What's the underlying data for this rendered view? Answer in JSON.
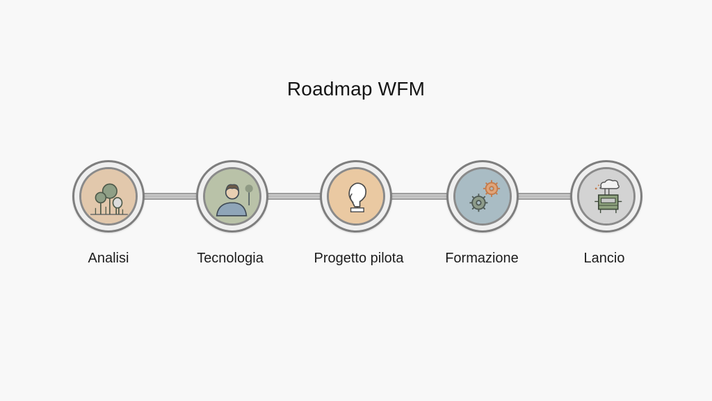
{
  "diagram": {
    "title": "Roadmap WFM",
    "steps": [
      {
        "label": "Analisi",
        "icon": "trees-icon",
        "color": "#e2c8ac"
      },
      {
        "label": "Tecnologia",
        "icon": "person-icon",
        "color": "#b9c2a8"
      },
      {
        "label": "Progetto pilota",
        "icon": "head-silhouette-icon",
        "color": "#eac9a2"
      },
      {
        "label": "Formazione",
        "icon": "gears-icon",
        "color": "#a9bcc4"
      },
      {
        "label": "Lancio",
        "icon": "machine-cloud-icon",
        "color": "#d3d3d3"
      }
    ]
  }
}
